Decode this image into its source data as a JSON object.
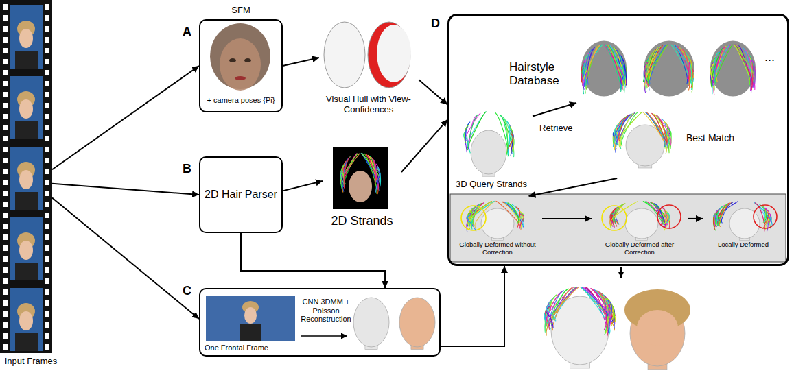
{
  "diagram": {
    "nodes": [
      {
        "text": [
          "Input Frames"
        ]
      },
      {
        "text": [
          "A",
          "SFM",
          "+ camera poses {Pi}"
        ]
      },
      {
        "text": [
          "Visual Hull with View-Confidences"
        ]
      },
      {
        "text": [
          "B",
          "2D Hair Parser"
        ]
      },
      {
        "text": [
          "2D Strands"
        ]
      },
      {
        "text": [
          "C",
          "One Frontal Frame",
          "CNN 3DMM + Poisson Reconstruction"
        ]
      },
      {
        "text": [
          "D"
        ]
      },
      {
        "text": [
          "Hairstyle Database"
        ],
        "in": 6
      },
      {
        "text": [
          "3D Query Strands"
        ],
        "in": 6
      },
      {
        "text": [
          "Best Match"
        ],
        "in": 6
      },
      {
        "text": [
          "Globally Deformed without Correction"
        ],
        "in": 6
      },
      {
        "text": [
          "Globally Deformed after Correction"
        ],
        "in": 6
      },
      {
        "text": [
          "Locally Deformed"
        ],
        "in": 6
      }
    ],
    "edges": [
      {
        "from": 0,
        "to": 1,
        "arrow": "to"
      },
      {
        "from": 0,
        "to": 3,
        "arrow": "to"
      },
      {
        "from": 0,
        "to": 5,
        "arrow": "to"
      },
      {
        "from": 1,
        "to": 2,
        "arrow": "to"
      },
      {
        "from": 2,
        "to": 6,
        "arrow": "to"
      },
      {
        "from": 3,
        "to": 4,
        "arrow": "to"
      },
      {
        "from": 4,
        "to": 6,
        "arrow": "to"
      },
      {
        "from": 3,
        "to": 5,
        "arrow": "to"
      },
      {
        "from": 5,
        "to": 6,
        "arrow": "to"
      },
      {
        "from": 8,
        "to": 7,
        "label": "Retrieve",
        "arrow": "to"
      },
      {
        "from": 9,
        "to": 10,
        "arrow": "to"
      },
      {
        "from": 10,
        "to": 11,
        "arrow": "to"
      },
      {
        "from": 11,
        "to": 12,
        "arrow": "to"
      }
    ],
    "labels": [
      "..."
    ]
  }
}
